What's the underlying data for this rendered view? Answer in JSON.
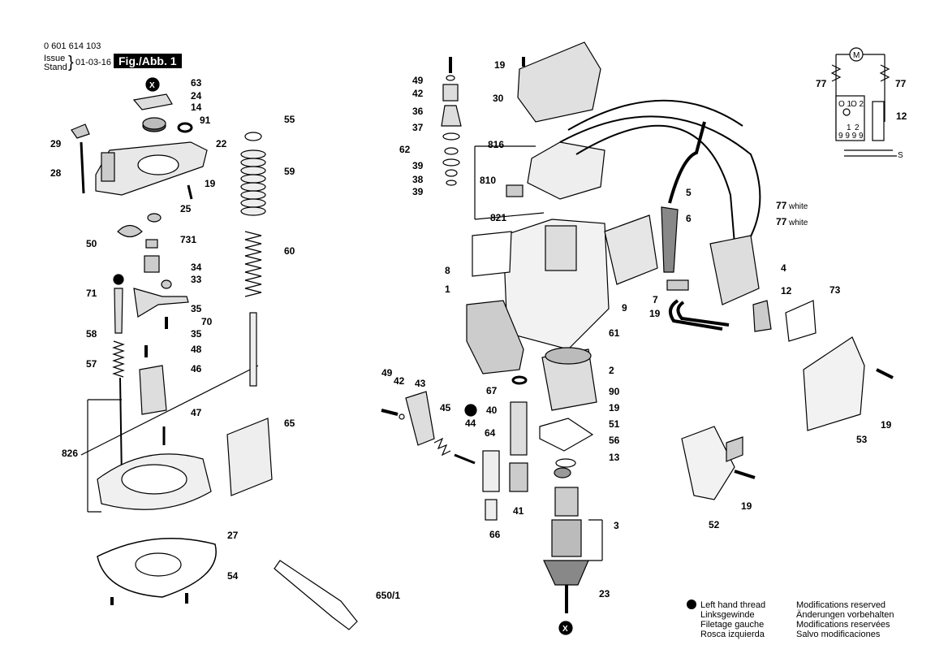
{
  "header": {
    "part_number": "0 601 614 103",
    "issue_label": "Issue",
    "stand_label": "Stand",
    "date": "01-03-16",
    "figure": "Fig./Abb. 1"
  },
  "callouts": {
    "c63": "63",
    "c24": "24",
    "c14": "14",
    "c91": "91",
    "c22": "22",
    "c29": "29",
    "c28": "28",
    "c19a": "19",
    "c25": "25",
    "c50": "50",
    "c731": "731",
    "c71": "71",
    "c34": "34",
    "c33": "33",
    "c35a": "35",
    "c70": "70",
    "c35b": "35",
    "c48": "48",
    "c46": "46",
    "c58": "58",
    "c57": "57",
    "c55": "55",
    "c59": "59",
    "c60": "60",
    "c47": "47",
    "c65": "65",
    "c826": "826",
    "c27": "27",
    "c54": "54",
    "c650": "650/1",
    "c49a": "49",
    "c42a": "42",
    "c36": "36",
    "c37": "37",
    "c62": "62",
    "c39a": "39",
    "c38": "38",
    "c39b": "39",
    "c19b": "19",
    "c30": "30",
    "c816": "816",
    "c810": "810",
    "c821": "821",
    "c8": "8",
    "c1": "1",
    "c5": "5",
    "c6": "6",
    "c7": "7",
    "c19c": "19",
    "c9": "9",
    "c61": "61",
    "c2": "2",
    "c90": "90",
    "c19d": "19",
    "c51": "51",
    "c67": "67",
    "c40": "40",
    "c49b": "49",
    "c42b": "42",
    "c43": "43",
    "c45": "45",
    "c44": "44",
    "c64": "64",
    "c56": "56",
    "c13": "13",
    "c41": "41",
    "c66": "66",
    "c3": "3",
    "c23": "23",
    "c77a": "77",
    "c77b": "77",
    "c12a": "12",
    "c77w1": "77",
    "c77w2": "77",
    "white1": "white",
    "white2": "white",
    "c4": "4",
    "c12b": "12",
    "c73": "73",
    "c19e": "19",
    "c53": "53",
    "c19f": "19",
    "c52": "52"
  },
  "schematic": {
    "motor_symbol": "M",
    "sw_o1": "O 1",
    "sw_o2": "O 2",
    "sw_1": "1",
    "sw_2": "2",
    "sw_cont": "9 9 9 9",
    "s_label": "S"
  },
  "markers": {
    "x_top": "X",
    "x_bottom": "X"
  },
  "legend": {
    "left_hand_thread": [
      "Left hand thread",
      "Linksgewinde",
      "Filetage gauche",
      "Rosca izquierda"
    ],
    "modifications": [
      "Modifications reserved",
      "Änderungen vorbehalten",
      "Modifications reservées",
      "Salvo modificaciones"
    ]
  }
}
